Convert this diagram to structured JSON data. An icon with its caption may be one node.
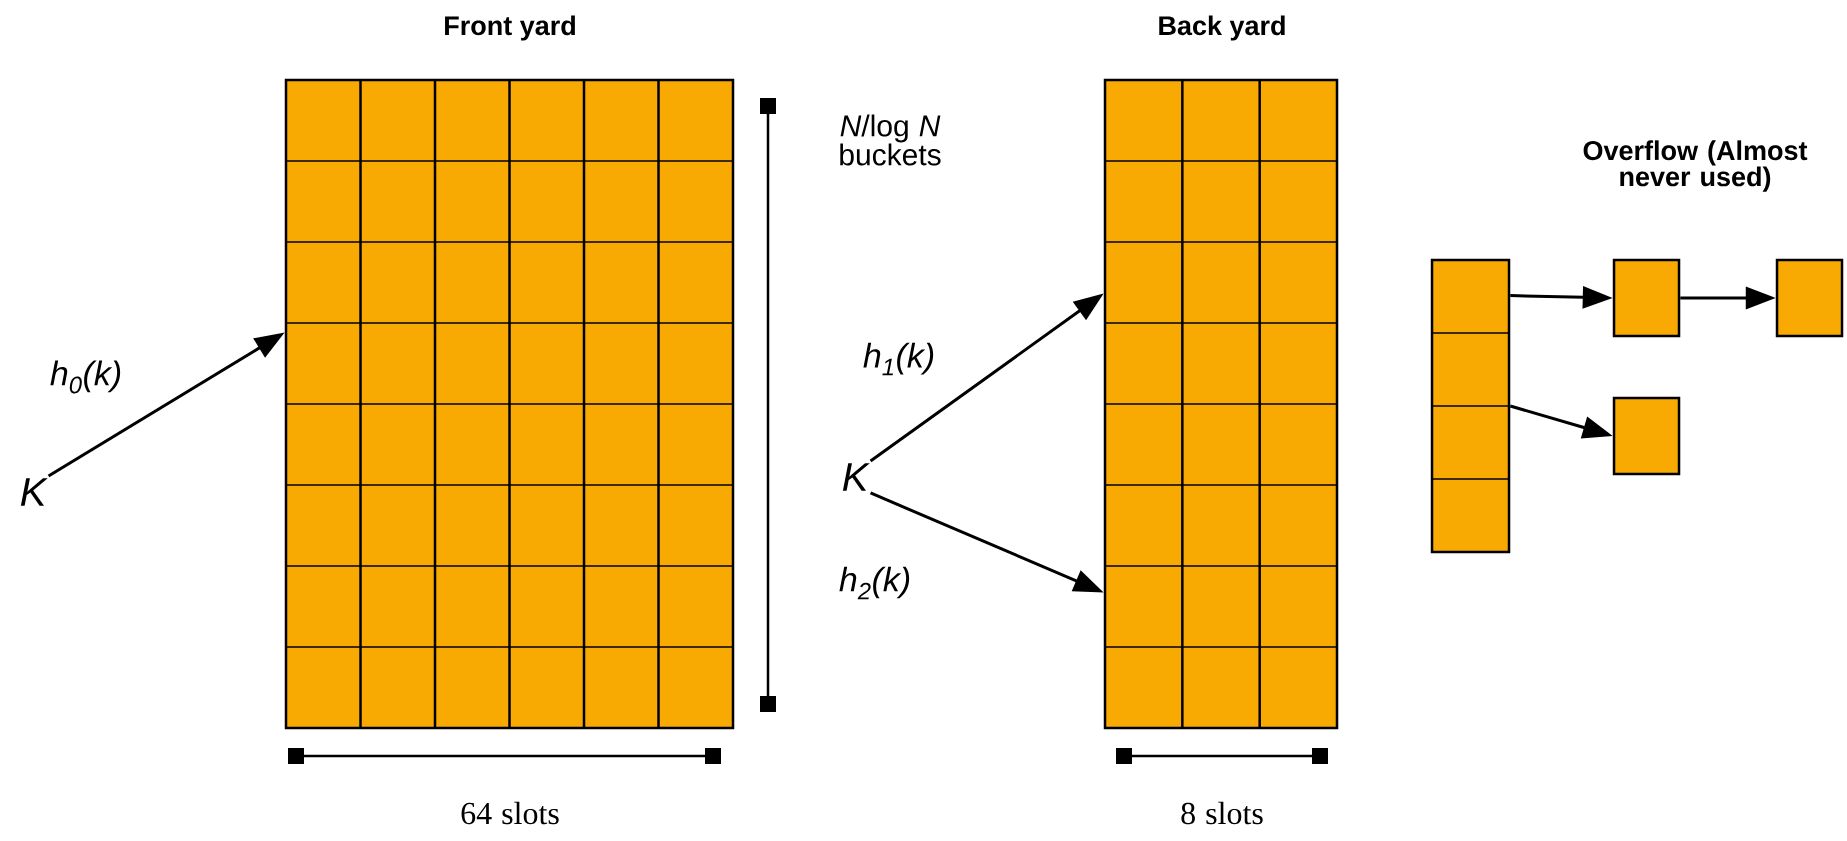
{
  "diagram": {
    "nodes": [
      {
        "text": [
          "Front yard"
        ]
      },
      {
        "text": [
          "Back yard"
        ]
      },
      {
        "text": [
          "K"
        ]
      },
      {
        "text": [
          "K"
        ]
      },
      {
        "text": [],
        "shape": "box"
      },
      {
        "text": [],
        "shape": "box"
      },
      {
        "text": [],
        "shape": "box"
      },
      {
        "text": [],
        "shape": "box"
      }
    ],
    "edges": [
      {
        "from": 2,
        "to": 0,
        "arrow": "to",
        "label": "h$_{0}$(k)"
      },
      {
        "from": 3,
        "to": 1,
        "arrow": "to",
        "label": "h$_{1}$(k)"
      },
      {
        "from": 3,
        "to": 1,
        "arrow": "to",
        "label": "h$_{2}$(k)"
      },
      {
        "from": 4,
        "to": 5,
        "arrow": "to"
      },
      {
        "from": 5,
        "to": 6,
        "arrow": "to"
      },
      {
        "from": 4,
        "to": 7,
        "arrow": "to"
      }
    ],
    "labels": [
      "*N*/log *N* buckets",
      "64 slots",
      "8 slots",
      "Overflow (Almost never used)"
    ]
  }
}
